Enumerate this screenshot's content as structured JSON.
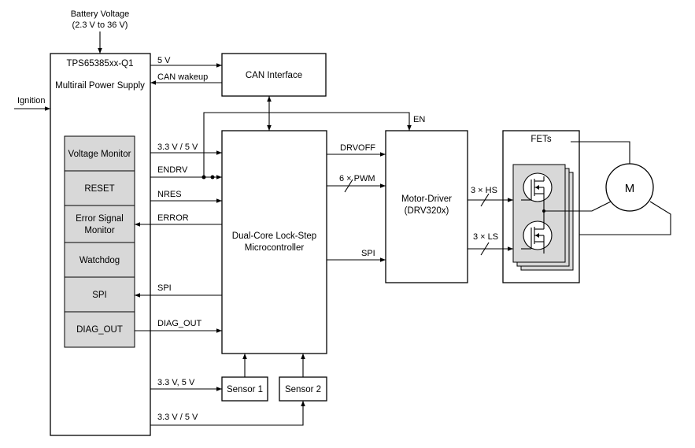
{
  "battery": {
    "line1": "Battery Voltage",
    "line2": "(2.3 V to 36 V)"
  },
  "ignition": "Ignition",
  "pmic": {
    "name": "TPS65385xx-Q1",
    "subtitle": "Multirail Power Supply",
    "blocks": {
      "voltage_monitor": "Voltage Monitor",
      "reset": "RESET",
      "error_line1": "Error Signal",
      "error_line2": "Monitor",
      "watchdog": "Watchdog",
      "spi": "SPI",
      "diag_out": "DIAG_OUT"
    }
  },
  "can": {
    "title": "CAN Interface",
    "sig_5v": "5 V",
    "sig_wakeup": "CAN wakeup"
  },
  "mcu": {
    "line1": "Dual-Core Lock-Step",
    "line2": "Microcontroller"
  },
  "signals": {
    "v33_5": "3.3 V / 5 V",
    "endrv": "ENDRV",
    "nres": "NRES",
    "error": "ERROR",
    "spi": "SPI",
    "diag_out": "DIAG_OUT",
    "sensor_supply1": "3.3 V, 5 V",
    "sensor_supply2": "3.3 V / 5 V"
  },
  "sensors": {
    "s1": "Sensor 1",
    "s2": "Sensor 2"
  },
  "driver": {
    "line1": "Motor-Driver",
    "line2": "(DRV320x)",
    "en": "EN",
    "drvoff": "DRVOFF",
    "pwm": "6 × PWM",
    "spi": "SPI",
    "hs": "3 × HS",
    "ls": "3 × LS"
  },
  "fets": {
    "title": "FETs"
  },
  "motor": {
    "label": "M"
  }
}
